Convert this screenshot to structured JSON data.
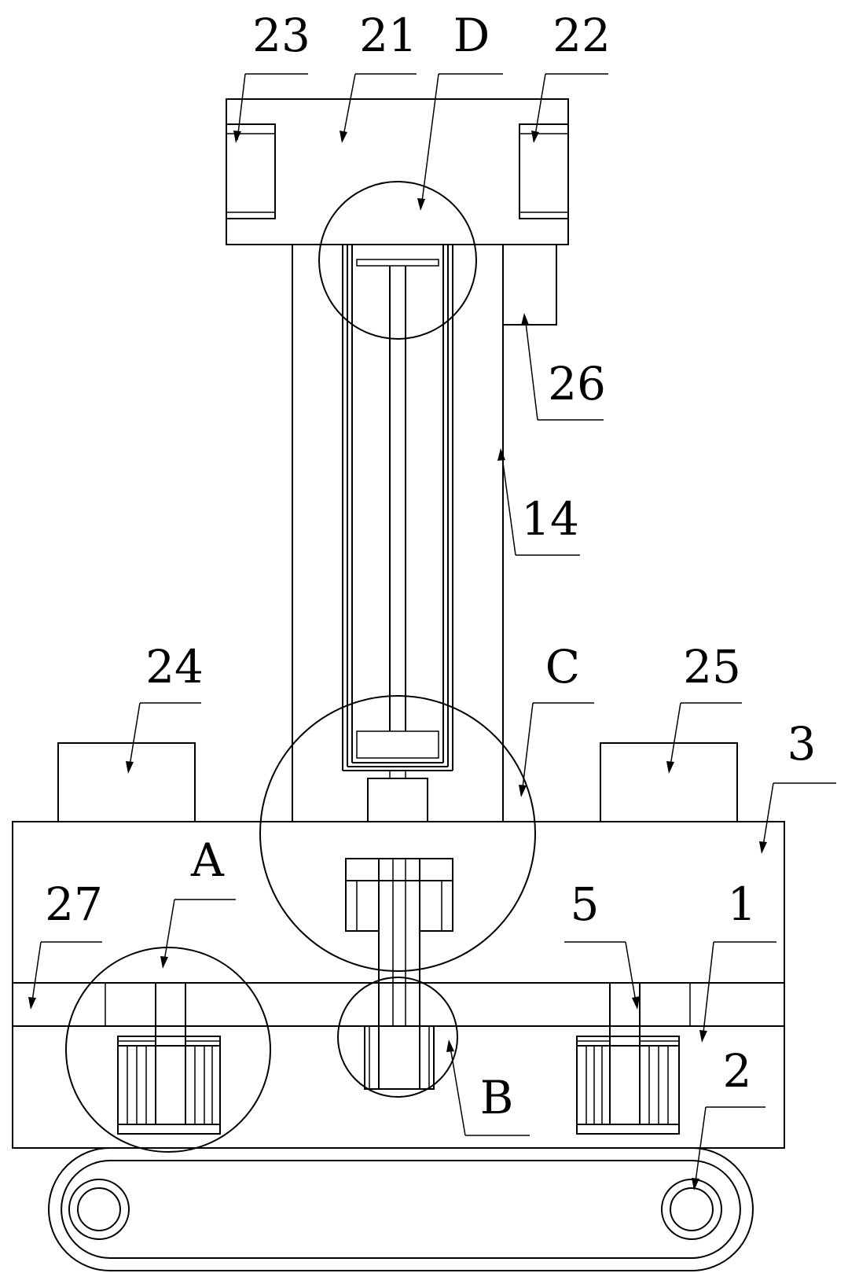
{
  "figure": {
    "background": "#ffffff",
    "line_color": "#000000"
  },
  "labels": {
    "part_23": "23",
    "part_21": "21",
    "detail_d": "D",
    "part_22": "22",
    "part_26": "26",
    "part_14": "14",
    "part_24": "24",
    "detail_c": "C",
    "part_25": "25",
    "part_3": "3",
    "detail_a": "A",
    "part_27": "27",
    "part_5": "5",
    "part_1": "1",
    "detail_b": "B",
    "part_2": "2"
  }
}
